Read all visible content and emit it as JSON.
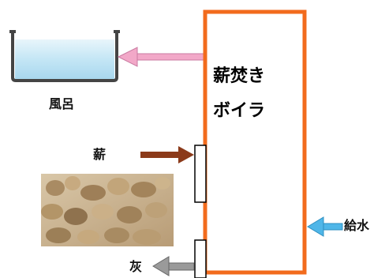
{
  "labels": {
    "bath": "風呂",
    "firewood": "薪",
    "ash": "灰",
    "water_supply": "給水",
    "boiler_line1": "薪焚き",
    "boiler_line2": "ボイラ"
  },
  "colors": {
    "boiler_border": "#f26b1d",
    "hot_water_arrow": "#f2a8c8",
    "firewood_arrow": "#8b3a1a",
    "ash_arrow": "#9a9a9a",
    "water_arrow": "#4fb6e8",
    "bath_water": "#bfe3f4",
    "bath_outline": "#444444"
  }
}
